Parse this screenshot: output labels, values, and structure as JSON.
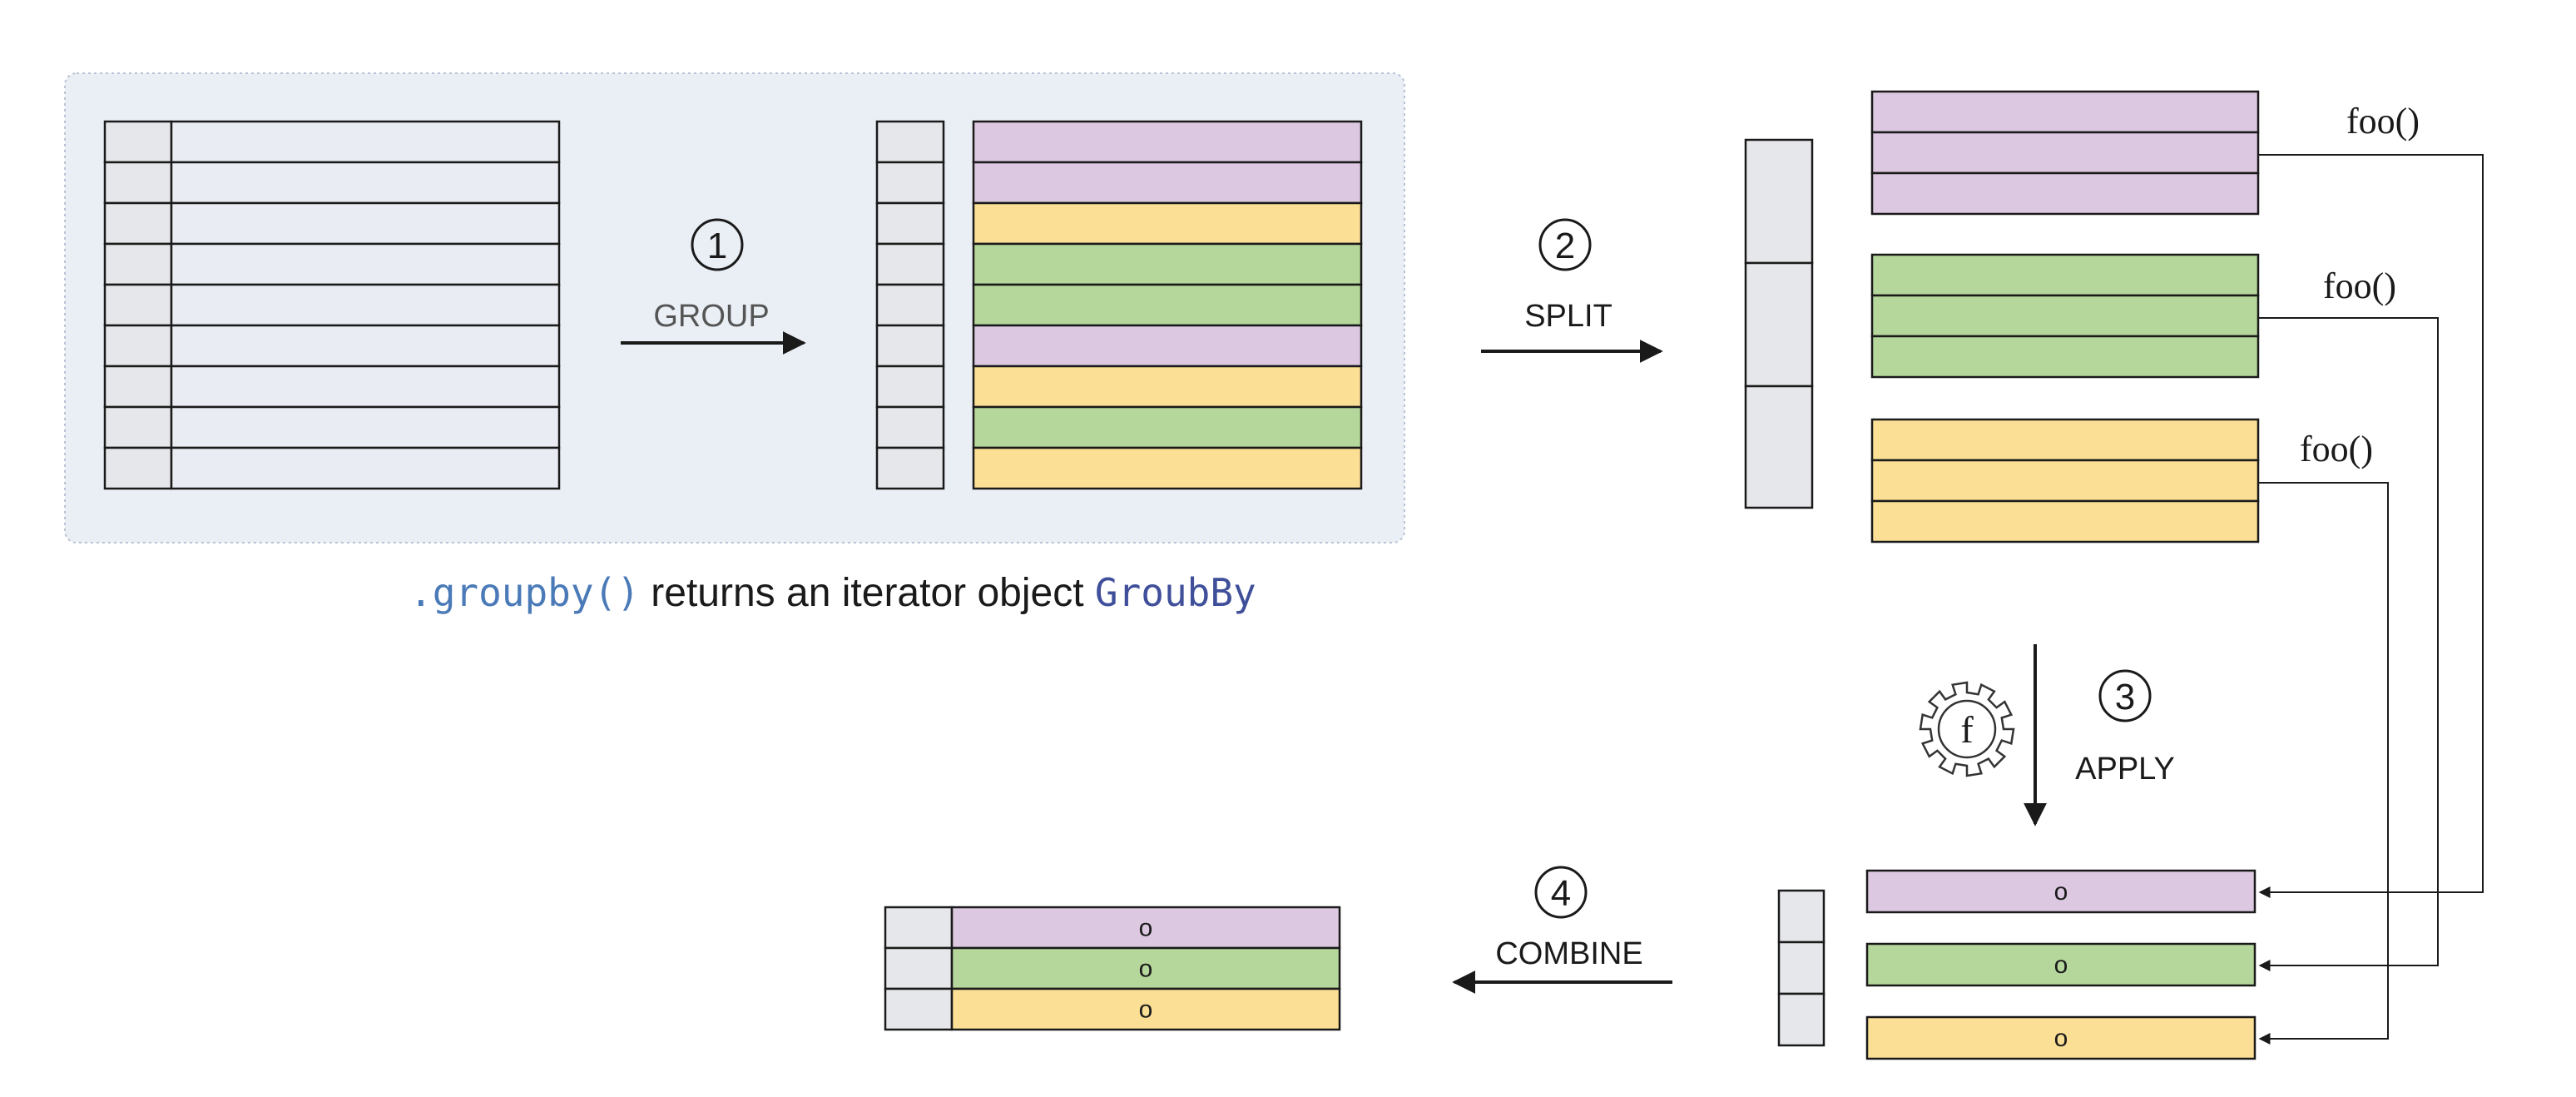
{
  "steps": [
    {
      "number": "1",
      "label": "GROUP"
    },
    {
      "number": "2",
      "label": "SPLIT"
    },
    {
      "number": "3",
      "label": "APPLY"
    },
    {
      "number": "4",
      "label": "COMBINE"
    }
  ],
  "caption": {
    "method": ".groupby()",
    "text": " returns an iterator object ",
    "class_name": "GroubBy"
  },
  "function_label": "foo()",
  "gear_icon_letter": "f",
  "result_marker": "o",
  "colors": {
    "purple": "#dcc8e0",
    "green": "#b6d79b",
    "yellow": "#fbdf95",
    "index": "#e6e7ea",
    "table_row": "#e9ecf3",
    "panel": "#eaeef5",
    "panel_border": "#b8c2d4",
    "line": "#1a1a1a"
  },
  "grouped_row_colors": [
    "purple",
    "purple",
    "yellow",
    "green",
    "green",
    "purple",
    "yellow",
    "green",
    "yellow"
  ],
  "split_groups": [
    "purple",
    "green",
    "yellow"
  ],
  "combined_groups": [
    "purple",
    "green",
    "yellow"
  ]
}
